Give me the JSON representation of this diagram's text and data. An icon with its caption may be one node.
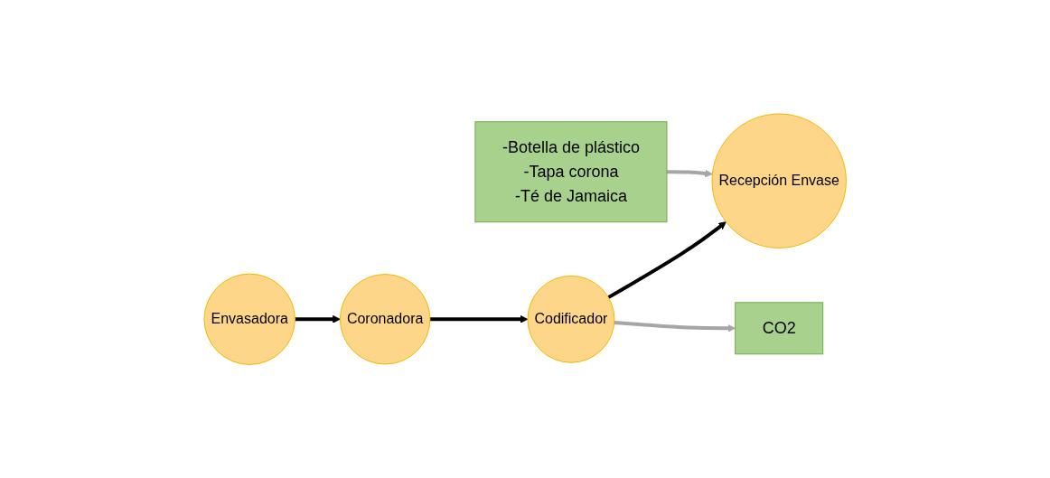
{
  "diagram": {
    "nodes": [
      {
        "text": [
          "-Botella de plástico",
          "-Tapa corona",
          "-Té de Jamaica"
        ]
      },
      {
        "text": [
          "Envasadora"
        ]
      },
      {
        "text": [
          "Coronadora"
        ]
      },
      {
        "text": [
          "Codificador"
        ]
      },
      {
        "text": [
          "Recepción Envase"
        ]
      },
      {
        "text": [
          "CO2"
        ]
      }
    ],
    "edges": [
      {
        "from": 0,
        "to": 4,
        "arrow": "to",
        "color": "#a6a6a6"
      },
      {
        "from": 1,
        "to": 2,
        "arrow": "to"
      },
      {
        "from": 2,
        "to": 3,
        "arrow": "to"
      },
      {
        "from": 3,
        "to": 4,
        "arrow": "to"
      },
      {
        "from": 3,
        "to": 5,
        "arrow": "to",
        "color": "#a6a6a6"
      }
    ]
  }
}
